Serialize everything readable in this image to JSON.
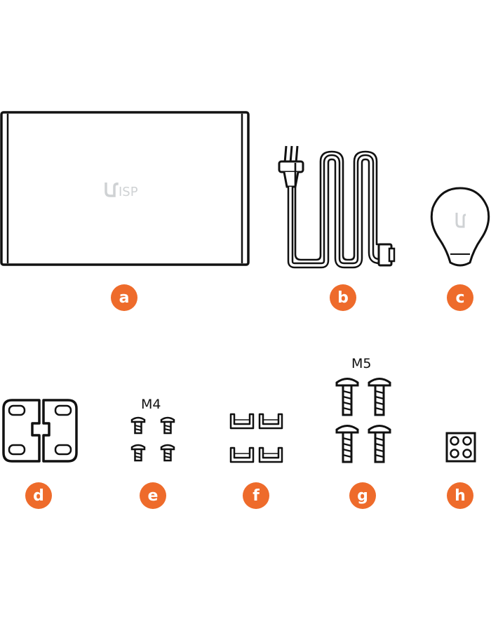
{
  "colors": {
    "badge": "#ee6b2b",
    "line": "#111111",
    "logo": "#cfd2d4"
  },
  "device": {
    "logo_text": "ISP"
  },
  "items": [
    {
      "id": "a",
      "label": "a",
      "name": "device",
      "icon": "isp-console-icon"
    },
    {
      "id": "b",
      "label": "b",
      "name": "power-cord",
      "icon": "power-cord-icon"
    },
    {
      "id": "c",
      "label": "c",
      "name": "led-cover",
      "icon": "led-bulb-icon"
    },
    {
      "id": "d",
      "label": "d",
      "name": "rack-brackets",
      "icon": "bracket-icon"
    },
    {
      "id": "e",
      "label": "e",
      "name": "m4-screws",
      "icon": "screw-icon",
      "size_label": "M4"
    },
    {
      "id": "f",
      "label": "f",
      "name": "cage-clips",
      "icon": "clip-icon"
    },
    {
      "id": "g",
      "label": "g",
      "name": "m5-screws",
      "icon": "screw-icon",
      "size_label": "M5"
    },
    {
      "id": "h",
      "label": "h",
      "name": "rubber-feet",
      "icon": "rubber-feet-icon"
    }
  ]
}
